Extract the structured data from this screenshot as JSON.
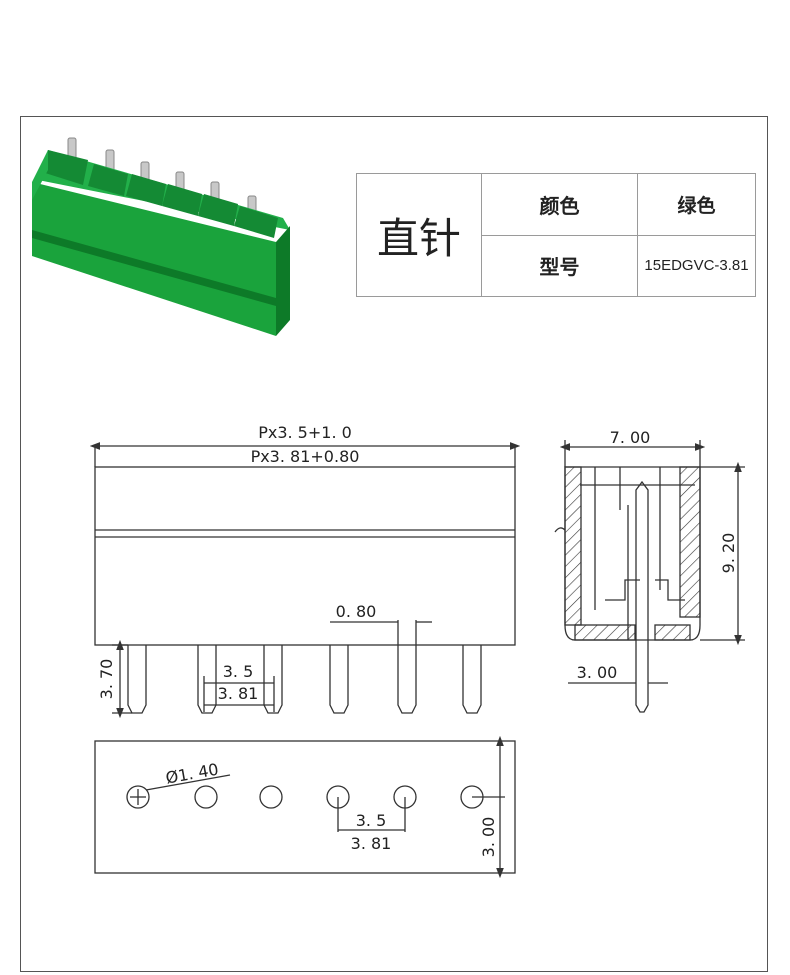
{
  "spec_table": {
    "pin_type": "直针",
    "rows": [
      {
        "label": "颜色",
        "value": "绿色"
      },
      {
        "label": "型号",
        "value": "15EDGVC-3.81"
      }
    ]
  },
  "dimensions": {
    "total_length_formula_1": "Px3. 5+1. 0",
    "total_length_formula_2": "Px3. 81+0.80",
    "pin_width": "0. 80",
    "pin_length": "3. 70",
    "pitch_1": "3. 5",
    "pitch_2": "3. 81",
    "depth": "7. 00",
    "height": "9. 20",
    "pin_offset": "3. 00",
    "hole_diameter": "Ø1. 40",
    "bottom_pitch_1": "3. 5",
    "bottom_pitch_2": "3. 81",
    "bottom_depth": "3. 00"
  },
  "colors": {
    "product_green": "#1aa33c",
    "product_green_dark": "#0d7a28",
    "line": "#333333"
  },
  "pin_count": 6
}
